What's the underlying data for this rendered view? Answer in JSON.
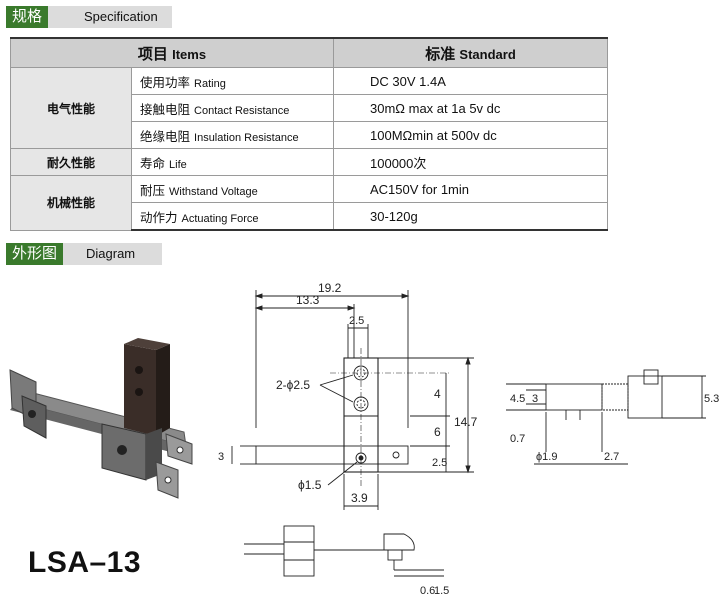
{
  "spec_header": {
    "tag": "规格",
    "label": "Specification"
  },
  "table": {
    "col_item_cn": "项目",
    "col_item_en": "Items",
    "col_std_cn": "标准",
    "col_std_en": "Standard",
    "groups": [
      {
        "name": "电气性能",
        "rows": [
          {
            "item_cn": "使用功率",
            "item_en": "Rating",
            "value": "DC 30V 1.4A"
          },
          {
            "item_cn": "接触电阻",
            "item_en": "Contact Resistance",
            "value": "30mΩ max at 1a 5v dc"
          },
          {
            "item_cn": "绝缘电阻",
            "item_en": "Insulation Resistance",
            "value": "100MΩmin at 500v dc"
          }
        ]
      },
      {
        "name": "耐久性能",
        "rows": [
          {
            "item_cn": "寿命",
            "item_en": "Life",
            "value": "100000次"
          }
        ]
      },
      {
        "name": "机械性能",
        "rows": [
          {
            "item_cn": "耐压",
            "item_en": "Withstand Voltage",
            "value": "AC150V for 1min"
          },
          {
            "item_cn": "动作力",
            "item_en": "Actuating Force",
            "value": "30-120g"
          }
        ]
      }
    ]
  },
  "diagram_header": {
    "tag": "外形图",
    "label": "Diagram"
  },
  "dims": {
    "d19_2": "19.2",
    "d13_3": "13.3",
    "d2_5_top": "2.5",
    "holes": "2-ϕ2.5",
    "d3_left": "3",
    "d4": "4",
    "d6": "6",
    "d14_7": "14.7",
    "d2_5_right": "2.5",
    "phi1_5": "ϕ1.5",
    "d3_9": "3.9",
    "d4_5": "4.5",
    "d3_side": "3",
    "d5_3": "5.3",
    "d0_7": "0.7",
    "phi1_9": "ϕ1.9",
    "d2_7": "2.7",
    "d0_6": "0.6",
    "d1_5": "1.5"
  },
  "model": "LSA–13"
}
